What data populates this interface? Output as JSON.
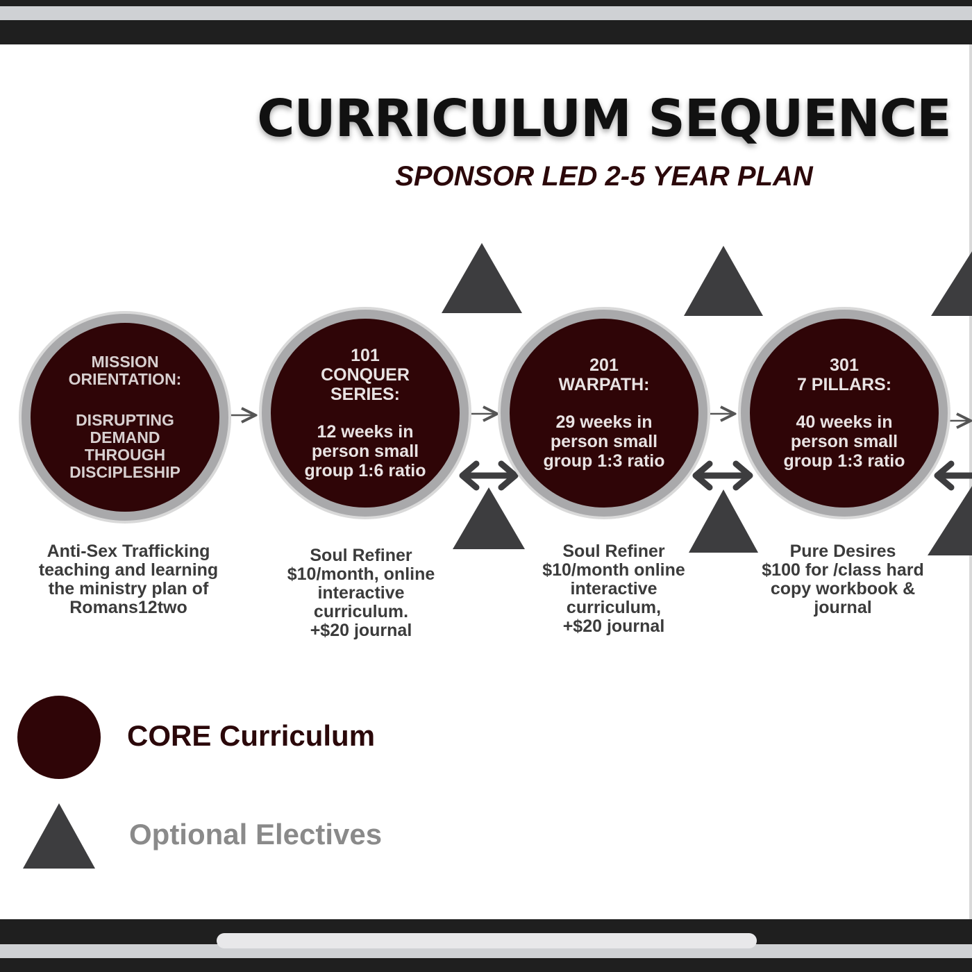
{
  "title": "CURRICULUM SEQUENCE",
  "subtitle": "SPONSOR LED 2-5 YEAR PLAN",
  "stages": [
    {
      "heading": "MISSION\nORIENTATION:",
      "subheading": "DISRUPTING\nDEMAND\nTHROUGH\nDISCIPLESHIP",
      "description": "Anti-Sex Trafficking\nteaching and learning\nthe ministry plan of\nRomans12two"
    },
    {
      "heading": "101\nCONQUER\nSERIES:",
      "subheading": "12 weeks in\nperson small\ngroup 1:6 ratio",
      "description": "Soul Refiner\n$10/month, online\ninteractive\ncurriculum.\n+$20 journal"
    },
    {
      "heading": "201\nWARPATH:",
      "subheading": "29 weeks in\nperson small\ngroup 1:3 ratio",
      "description": "Soul Refiner\n$10/month online\ninteractive\ncurriculum,\n+$20 journal"
    },
    {
      "heading": "301\n7 PILLARS:",
      "subheading": "40 weeks in\nperson small\ngroup 1:3 ratio",
      "description": "Pure Desires\n$100 for /class hard\ncopy workbook &\njournal"
    }
  ],
  "legend": {
    "core_label": "CORE Curriculum",
    "optional_label": "Optional Electives"
  },
  "colors": {
    "core": "#2f0507",
    "elective": "#3d3d3f",
    "ring": "#a9a9ab"
  }
}
